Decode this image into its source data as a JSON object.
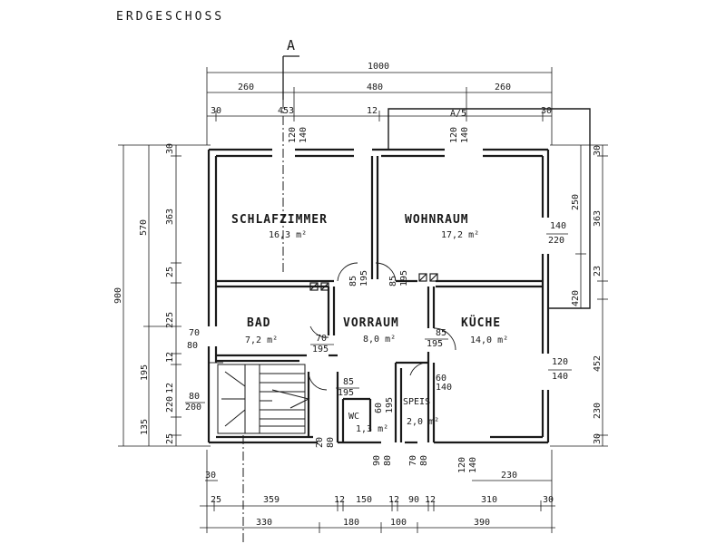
{
  "title": "ERDGESCHOSS",
  "section_marker": "A",
  "section_marker_2": "A/5",
  "rooms": {
    "schlafzimmer": {
      "name": "SCHLAFZIMMER",
      "area": "16,3 m²"
    },
    "wohnraum": {
      "name": "WOHNRAUM",
      "area": "17,2 m²"
    },
    "bad": {
      "name": "BAD",
      "area": "7,2 m²"
    },
    "vorraum": {
      "name": "VORRAUM",
      "area": "8,0 m²"
    },
    "kueche": {
      "name": "KÜCHE",
      "area": "14,0 m²"
    },
    "wc": {
      "name": "WC",
      "area": "1,3 m²"
    },
    "speis": {
      "name": "SPEIS",
      "area": "2,0 m²"
    }
  },
  "dims_top": {
    "overall": "1000",
    "row1": [
      "260",
      "480",
      "260"
    ],
    "row2": [
      "30",
      "453",
      "12",
      "30"
    ]
  },
  "dims_bottom": {
    "row1": [
      "25",
      "359",
      "12",
      "150",
      "12",
      "90",
      "12",
      "310",
      "30"
    ],
    "row2": [
      "330",
      "180",
      "100",
      "390"
    ],
    "small": "30",
    "kitchen": "230"
  },
  "dims_left": {
    "overall": "900",
    "col1": [
      "570"
    ],
    "col2": [
      "30",
      "363",
      "25",
      "225",
      "12",
      "195",
      "12",
      "220",
      "135",
      "25"
    ]
  },
  "dims_right": {
    "overall": "452",
    "col1": [
      "363",
      "23",
      "230",
      "30"
    ],
    "inner": [
      "250",
      "420"
    ],
    "top": "30"
  },
  "openings": {
    "top1": [
      "120",
      "140"
    ],
    "top2": [
      "120",
      "140"
    ],
    "right1": [
      "140",
      "220"
    ],
    "right2": [
      "120",
      "140"
    ],
    "bad_left": [
      "70",
      "80"
    ],
    "stair_left": [
      "80",
      "200"
    ],
    "bad_door": [
      "70",
      "195"
    ],
    "vorraum_door": [
      "85",
      "195"
    ],
    "stair_door": [
      "85",
      "195"
    ],
    "top_doors": [
      "85",
      "195",
      "85",
      "195"
    ],
    "speis_door": [
      "60",
      "195"
    ],
    "wc_bottom": [
      "90",
      "80"
    ],
    "vr_bottom": [
      "70",
      "80"
    ],
    "stair_bottom": [
      "20",
      "80"
    ],
    "kitchen_bottom": [
      "120",
      "140"
    ],
    "speis_side": [
      "60",
      "140"
    ]
  }
}
